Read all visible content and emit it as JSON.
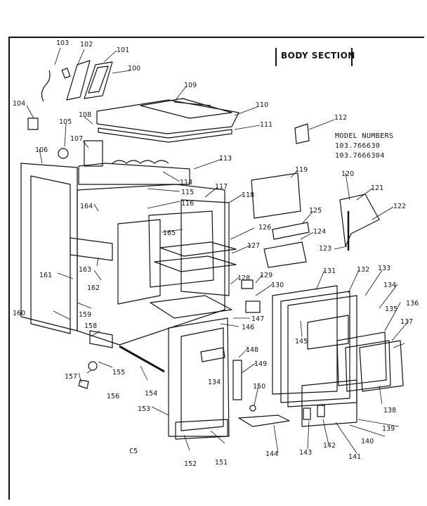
{
  "diagram": {
    "section_title": "BODY SECTION",
    "model_numbers_heading": "MODEL NUMBERS",
    "model_numbers": [
      "103.766630",
      "103.7666304"
    ],
    "page_code": "C5",
    "part_numbers": [
      "100",
      "101",
      "102",
      "103",
      "104",
      "105",
      "106",
      "107",
      "108",
      "109",
      "110",
      "111",
      "112",
      "113",
      "114",
      "115",
      "116",
      "117",
      "118",
      "119",
      "120",
      "121",
      "122",
      "123",
      "124",
      "125",
      "126",
      "127",
      "128",
      "129",
      "130",
      "131",
      "132",
      "133",
      "134",
      "135",
      "136",
      "137",
      "138",
      "139",
      "140",
      "141",
      "142",
      "143",
      "144",
      "145",
      "146",
      "147",
      "148",
      "149",
      "150",
      "151",
      "152",
      "153",
      "154",
      "155",
      "156",
      "157",
      "158",
      "159",
      "160",
      "161",
      "162",
      "163",
      "164",
      "165"
    ]
  }
}
